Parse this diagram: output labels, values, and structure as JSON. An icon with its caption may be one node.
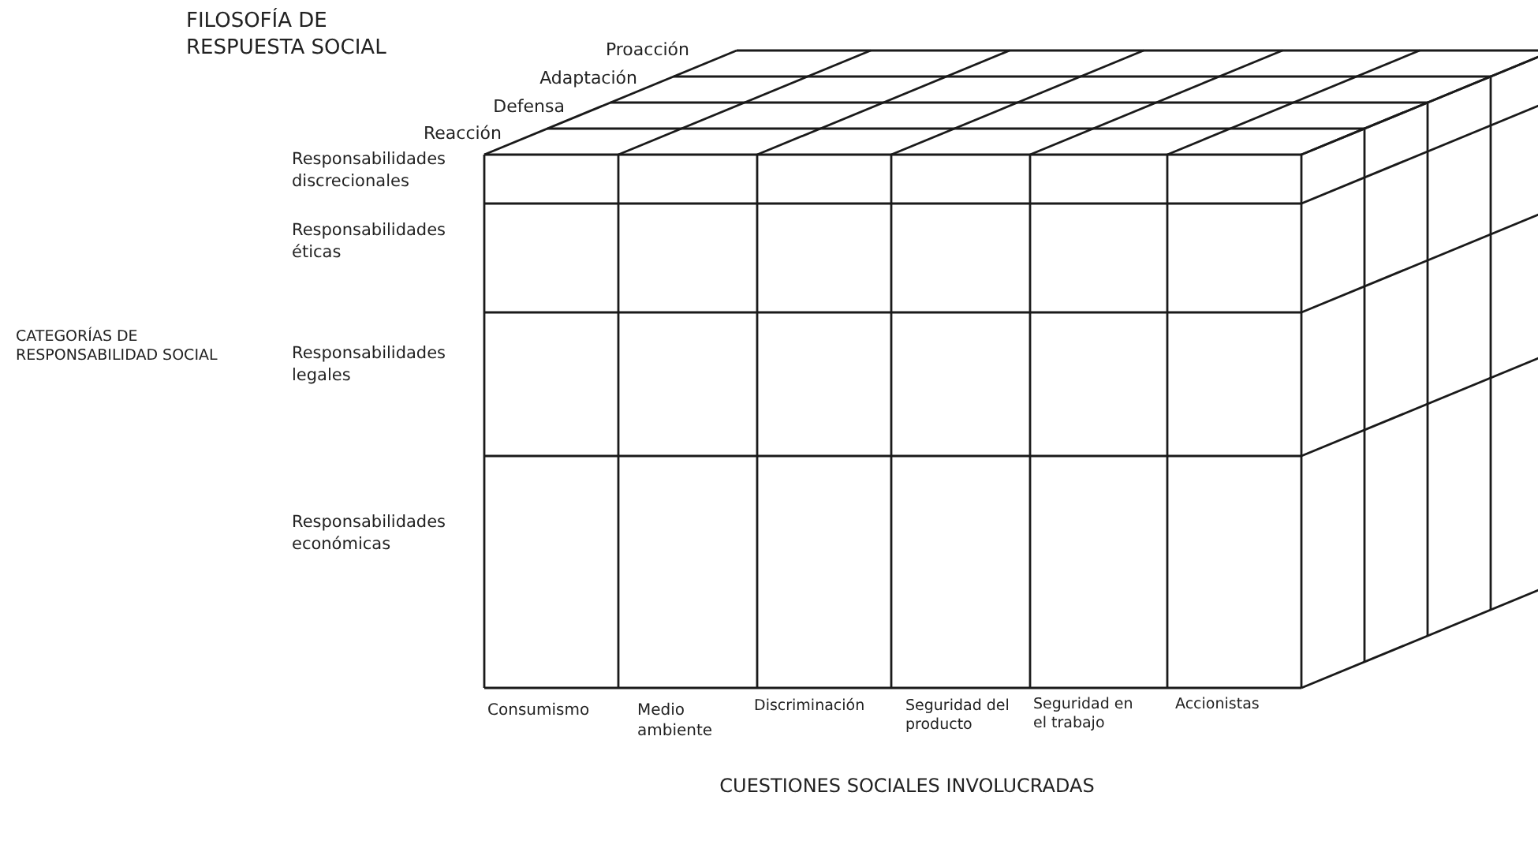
{
  "diagram": {
    "labels": [
      "FILOSOFÍA DE RESPUESTA SOCIAL",
      "Proacción",
      "Adaptación",
      "Defensa",
      "Reacción",
      "Responsabilidades discrecionales",
      "Responsabilidades éticas",
      "CATEGORÍAS DE RESPONSABILIDAD SOCIAL",
      "Responsabilidades legales",
      "Responsabilidades económicas",
      "Consumismo",
      "Medio ambiente",
      "Discriminación",
      "Seguridad del producto",
      "Seguridad en el trabajo",
      "Accionistas",
      "CUESTIONES SOCIALES INVOLUCRADAS"
    ]
  }
}
